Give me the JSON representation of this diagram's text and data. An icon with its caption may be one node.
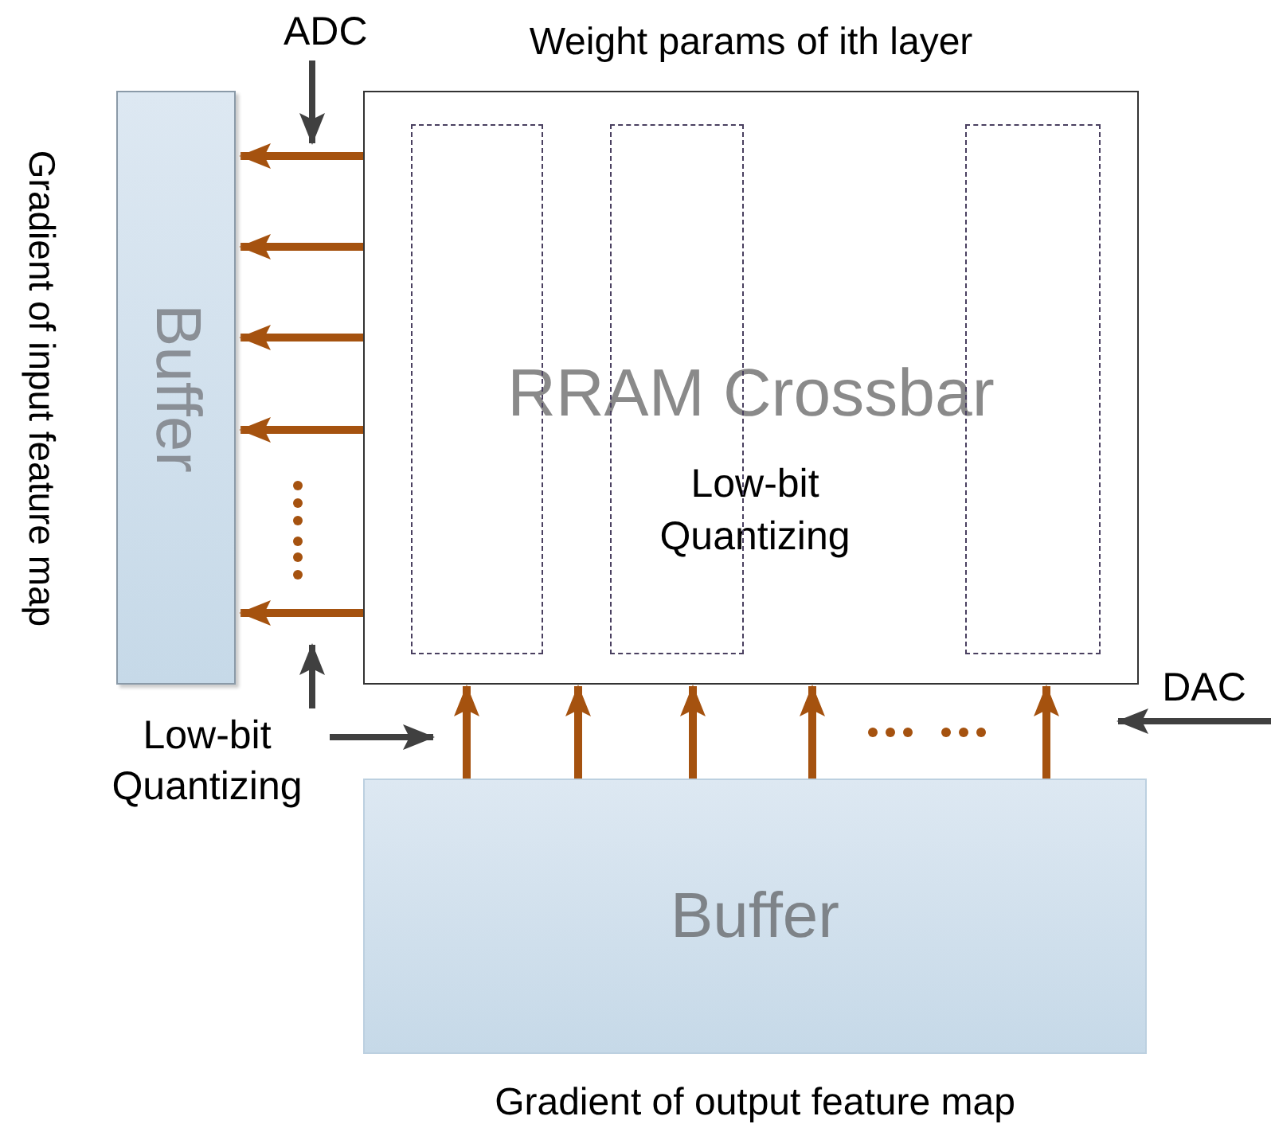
{
  "diagram": {
    "nodes": [
      {
        "text": [
          "Buffer"
        ],
        "beside": [
          "Gradient of input feature map"
        ]
      },
      {
        "text": [
          "RRAM Crossbar",
          "Low-bit Quantizing"
        ],
        "beside": [
          "Weight params of ith layer"
        ]
      },
      {
        "text": [],
        "shape": "box",
        "in": 1
      },
      {
        "text": [],
        "shape": "box",
        "in": 1
      },
      {
        "text": [],
        "shape": "box",
        "in": 1
      },
      {
        "text": [
          "Buffer"
        ],
        "beside": [
          "Gradient of output feature map"
        ]
      },
      {
        "text": [
          "ADC"
        ]
      },
      {
        "text": [
          "Low-bit Quantizing"
        ]
      },
      {
        "text": [
          "DAC"
        ]
      }
    ],
    "edges": [
      {
        "from": 1,
        "to": 0,
        "arrow": "to"
      },
      {
        "from": 1,
        "to": 0,
        "arrow": "to"
      },
      {
        "from": 1,
        "to": 0,
        "arrow": "to"
      },
      {
        "from": 1,
        "to": 0,
        "arrow": "to"
      },
      {
        "from": 1,
        "to": 0,
        "arrow": "to"
      },
      {
        "from": 5,
        "to": 1,
        "arrow": "to"
      },
      {
        "from": 5,
        "to": 1,
        "arrow": "to"
      },
      {
        "from": 5,
        "to": 1,
        "arrow": "to"
      },
      {
        "from": 5,
        "to": 1,
        "arrow": "to"
      },
      {
        "from": 5,
        "to": 1,
        "arrow": "to"
      },
      {
        "from": 6,
        "to": 1,
        "arrow": "to",
        "color": "#404040"
      },
      {
        "from": 7,
        "to": 1,
        "arrow": "to",
        "color": "#404040"
      },
      {
        "from": 7,
        "to": 5,
        "arrow": "to",
        "color": "#404040"
      },
      {
        "from": 8,
        "to": 1,
        "arrow": "to",
        "color": "#404040"
      }
    ]
  }
}
